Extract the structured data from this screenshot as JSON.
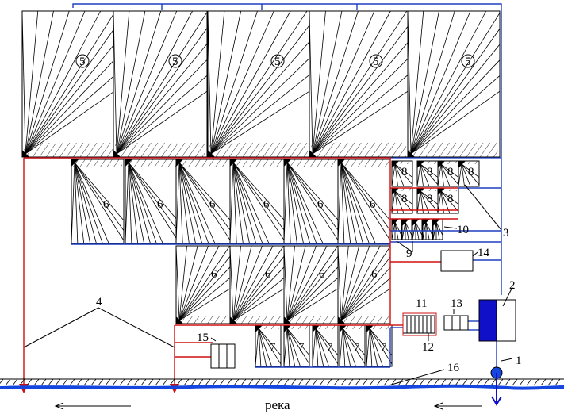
{
  "diagram": {
    "labels": {
      "n1": "1",
      "n2": "2",
      "n3": "3",
      "n4": "4",
      "n5": "5",
      "n6": "6",
      "n7": "7",
      "n8": "8",
      "n9": "9",
      "n10": "10",
      "n11": "11",
      "n12": "12",
      "n13": "13",
      "n14": "14",
      "n15": "15",
      "n16": "16"
    },
    "river_label": "река",
    "colors": {
      "outline": "#000000",
      "supply": "#1f3fbf",
      "drain": "#d01010",
      "river": "#1646e0",
      "pump": "#1010c8"
    }
  }
}
